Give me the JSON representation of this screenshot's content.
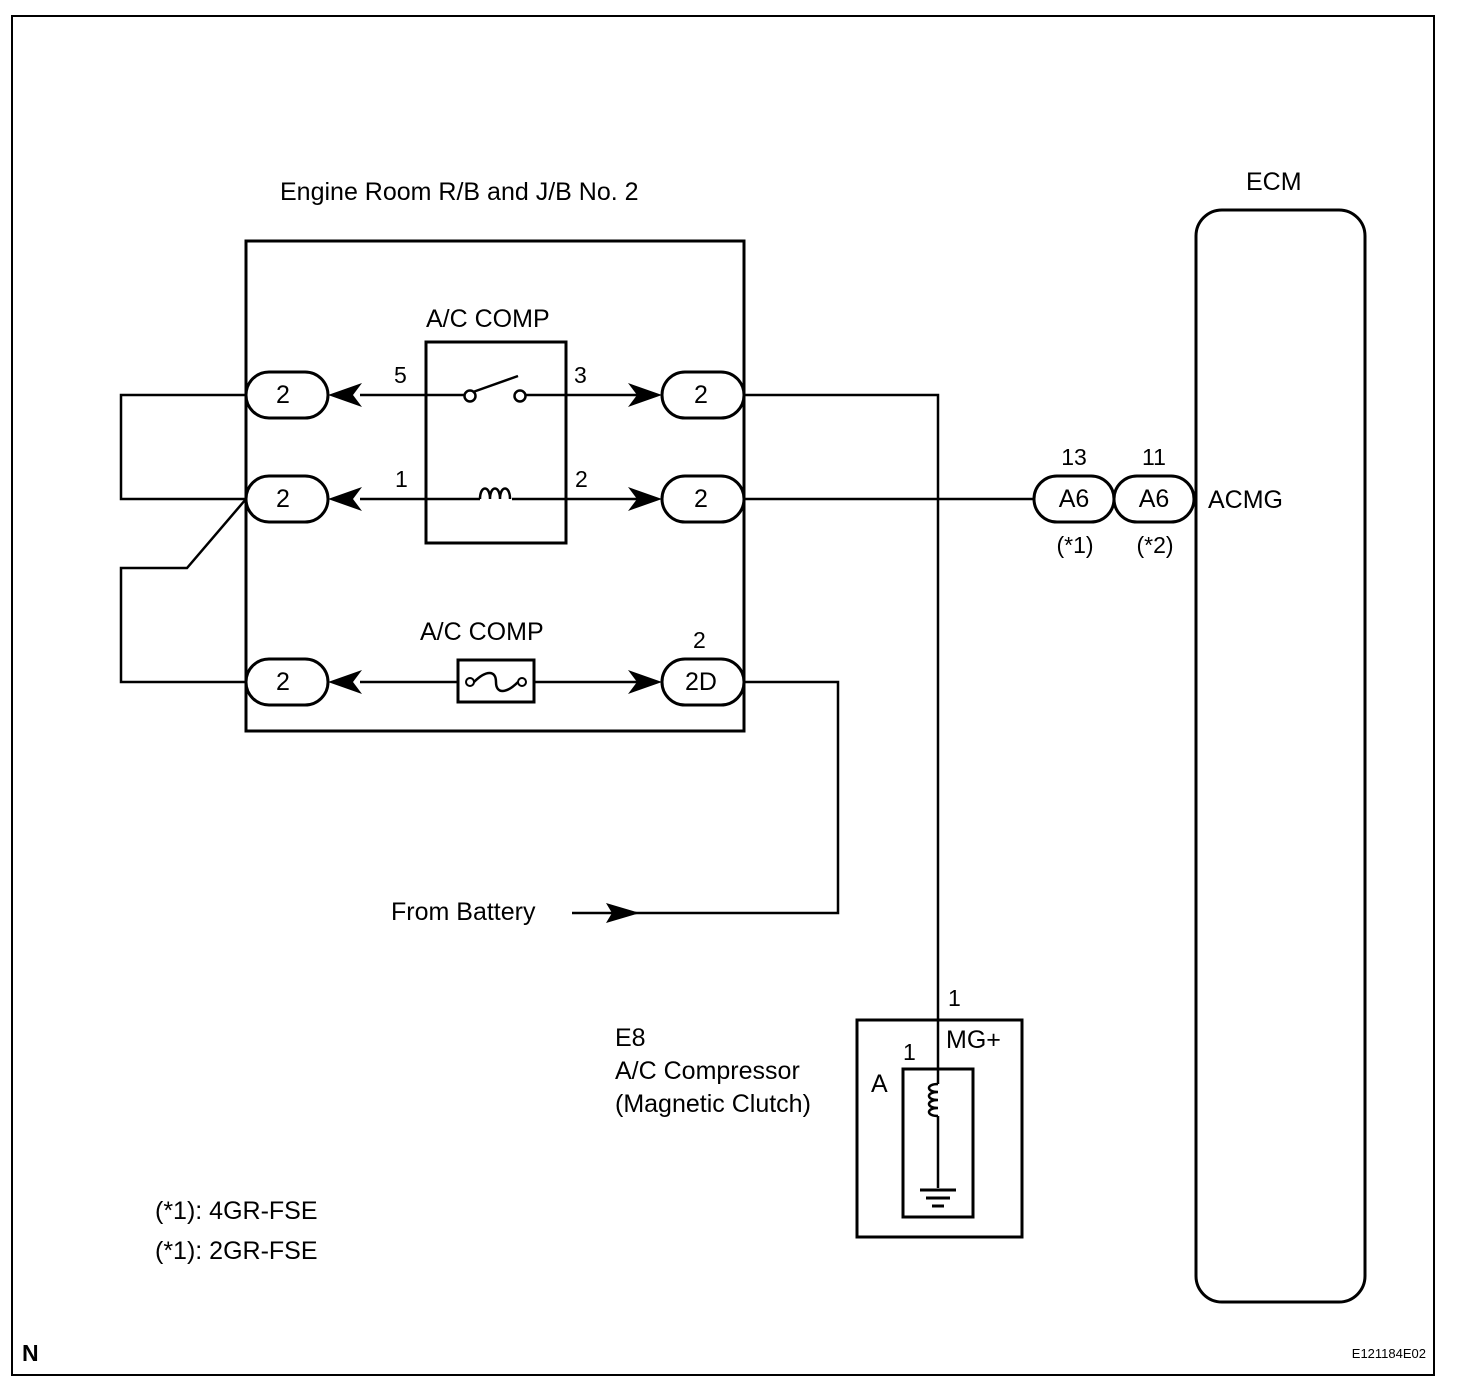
{
  "relay_box": {
    "title": "Engine Room R/B and J/B No. 2",
    "relay_label": "A/C COMP",
    "fuse_label": "A/C COMP",
    "relay_pins": {
      "p5": "5",
      "p3": "3",
      "p1": "1",
      "p2": "2"
    },
    "fuse_pin": "2",
    "connectors": {
      "left_top": "2",
      "left_mid": "2",
      "left_bot": "2",
      "right_top": "2",
      "right_mid": "2",
      "right_bot": "2D"
    }
  },
  "ecm": {
    "title": "ECM",
    "terminal": "ACMG",
    "connector_a": {
      "label": "A6",
      "pin": "13",
      "note": "(*1)"
    },
    "connector_b": {
      "label": "A6",
      "pin": "11",
      "note": "(*2)"
    }
  },
  "battery": {
    "label": "From Battery"
  },
  "compressor": {
    "id": "E8",
    "name": "A/C Compressor",
    "sub": "(Magnetic Clutch)",
    "pin_outer": "1",
    "pin_inner": "1",
    "terminal": "MG+",
    "connector": "A"
  },
  "notes": [
    "(*1): 4GR-FSE",
    "(*1): 2GR-FSE"
  ],
  "footer": {
    "corner": "N",
    "figure_id": "E121184E02"
  },
  "icons": [
    "switch-icon",
    "coil-icon",
    "fuse-icon",
    "ground-icon",
    "arrow-icon"
  ]
}
